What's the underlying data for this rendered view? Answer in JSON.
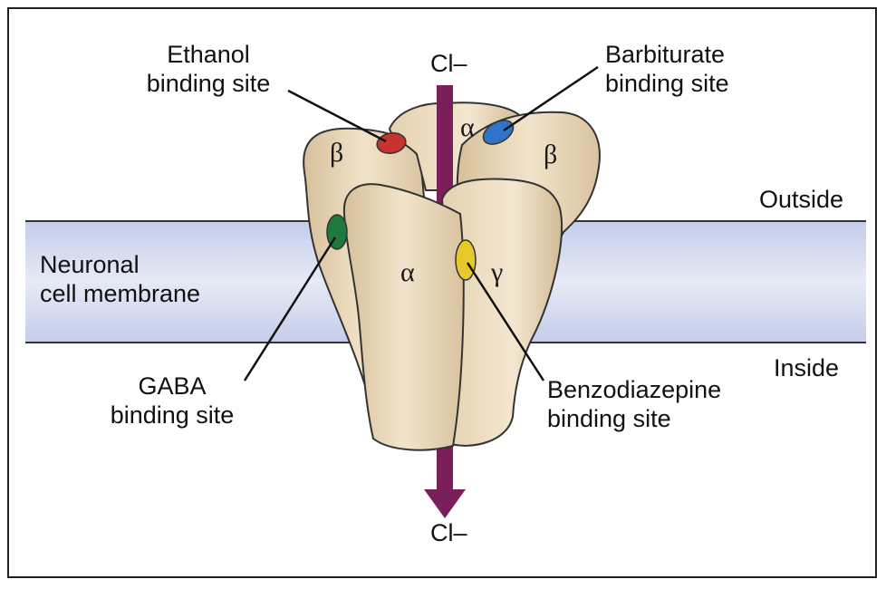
{
  "labels": {
    "ethanol": [
      "Ethanol",
      "binding site"
    ],
    "barbiturate": [
      "Barbiturate",
      "binding site"
    ],
    "gaba": [
      "GABA",
      "binding site"
    ],
    "benzodiazepine": [
      "Benzodiazepine",
      "binding site"
    ],
    "membrane": [
      "Neuronal",
      "cell membrane"
    ],
    "outside": "Outside",
    "inside": "Inside",
    "ion_top": "Cl–",
    "ion_bottom": "Cl–"
  },
  "subunits": {
    "beta_left": "β",
    "alpha_top": "α",
    "beta_right": "β",
    "alpha_front": "α",
    "gamma": "γ"
  },
  "colors": {
    "membrane": "#b8c3e3",
    "protein": "#e7d4b4",
    "channel_arrow": "#7b1f5a",
    "ethanol_site": "#c8332f",
    "barbiturate_site": "#2f74c9",
    "gaba_site": "#1d7a3c",
    "benzodiazepine_site": "#e6c82b"
  }
}
